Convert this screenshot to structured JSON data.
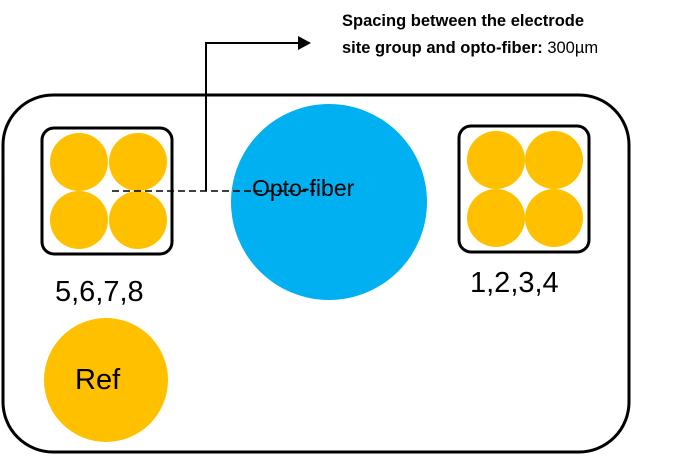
{
  "annotation": {
    "line1": "Spacing between the electrode",
    "line2_bold": "site group and opto-fiber:",
    "line2_value": " 300µm"
  },
  "opto_fiber_label": "Opto-fiber",
  "left_group_label": "5,6,7,8",
  "right_group_label": "1,2,3,4",
  "ref_label": "Ref",
  "colors": {
    "electrode": "#FFC000",
    "opto_fiber": "#00B0F0",
    "outline": "#000000"
  }
}
